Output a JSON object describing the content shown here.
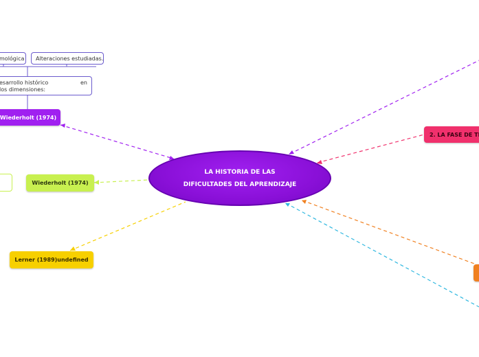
{
  "central": {
    "line1": "LA HISTORIA DE LAS",
    "line2": "DIFICULTADES DEL APRENDIZAJE"
  },
  "top_boxes": {
    "left": "mológica",
    "right": "Alteraciones estudiadas."
  },
  "desc_box": {
    "line1a": "esarrollo histórico",
    "line1b": "en",
    "line2": "los dimensiones:"
  },
  "nodes": {
    "purple": "Wiederholt (1974)",
    "green": "Wiederholt (1974)",
    "yellow": "Lerner (1989)undefined",
    "pink": "2. LA FASE DE TR"
  },
  "colors": {
    "purple": "#a020f0",
    "green": "#c8f050",
    "yellow": "#f7d000",
    "pink": "#f0306c",
    "orange": "#f08020",
    "cyan": "#30b8e0",
    "box_border": "#6a5acd"
  }
}
